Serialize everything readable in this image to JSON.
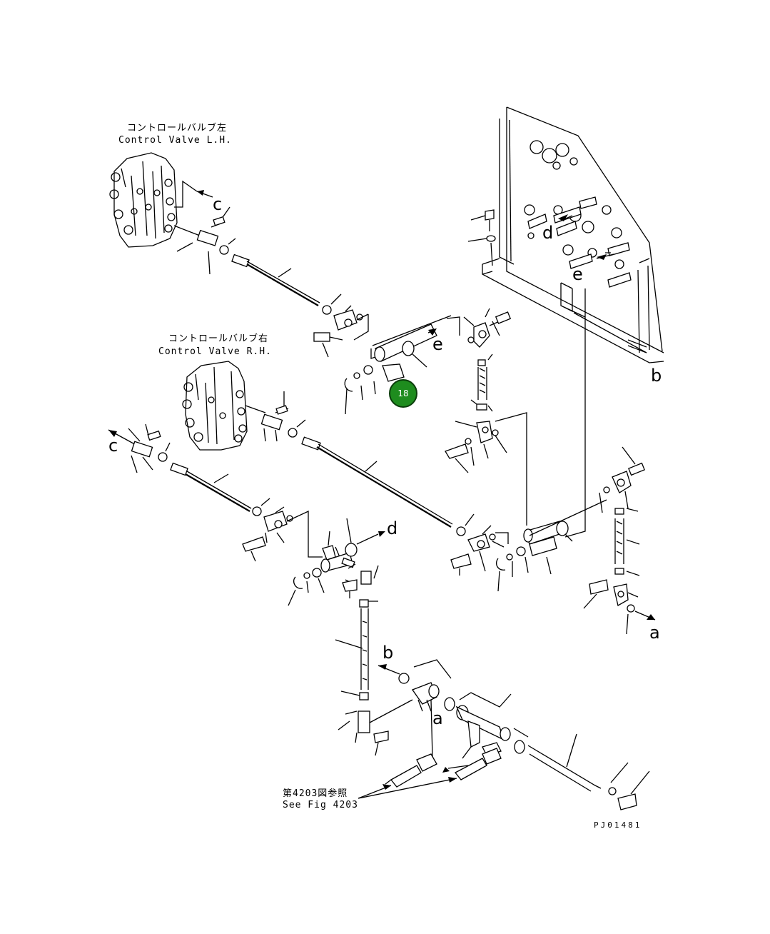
{
  "labels": {
    "valve_lh_jp": "コントロールバルブ左",
    "valve_lh_en": "Control Valve L.H.",
    "valve_rh_jp": "コントロールバルブ右",
    "valve_rh_en": "Control Valve R.H.",
    "see_fig_jp": "第4203図参照",
    "see_fig_en": "See Fig 4203",
    "drawing_no": "PJ01481"
  },
  "refs": {
    "a": "a",
    "b": "b",
    "c": "c",
    "d": "d",
    "e": "e"
  },
  "callout": {
    "number": "18",
    "color": "#1e8c1e",
    "border_color": "#0b3d0b"
  },
  "colors": {
    "line": "#000000",
    "background": "#ffffff"
  }
}
